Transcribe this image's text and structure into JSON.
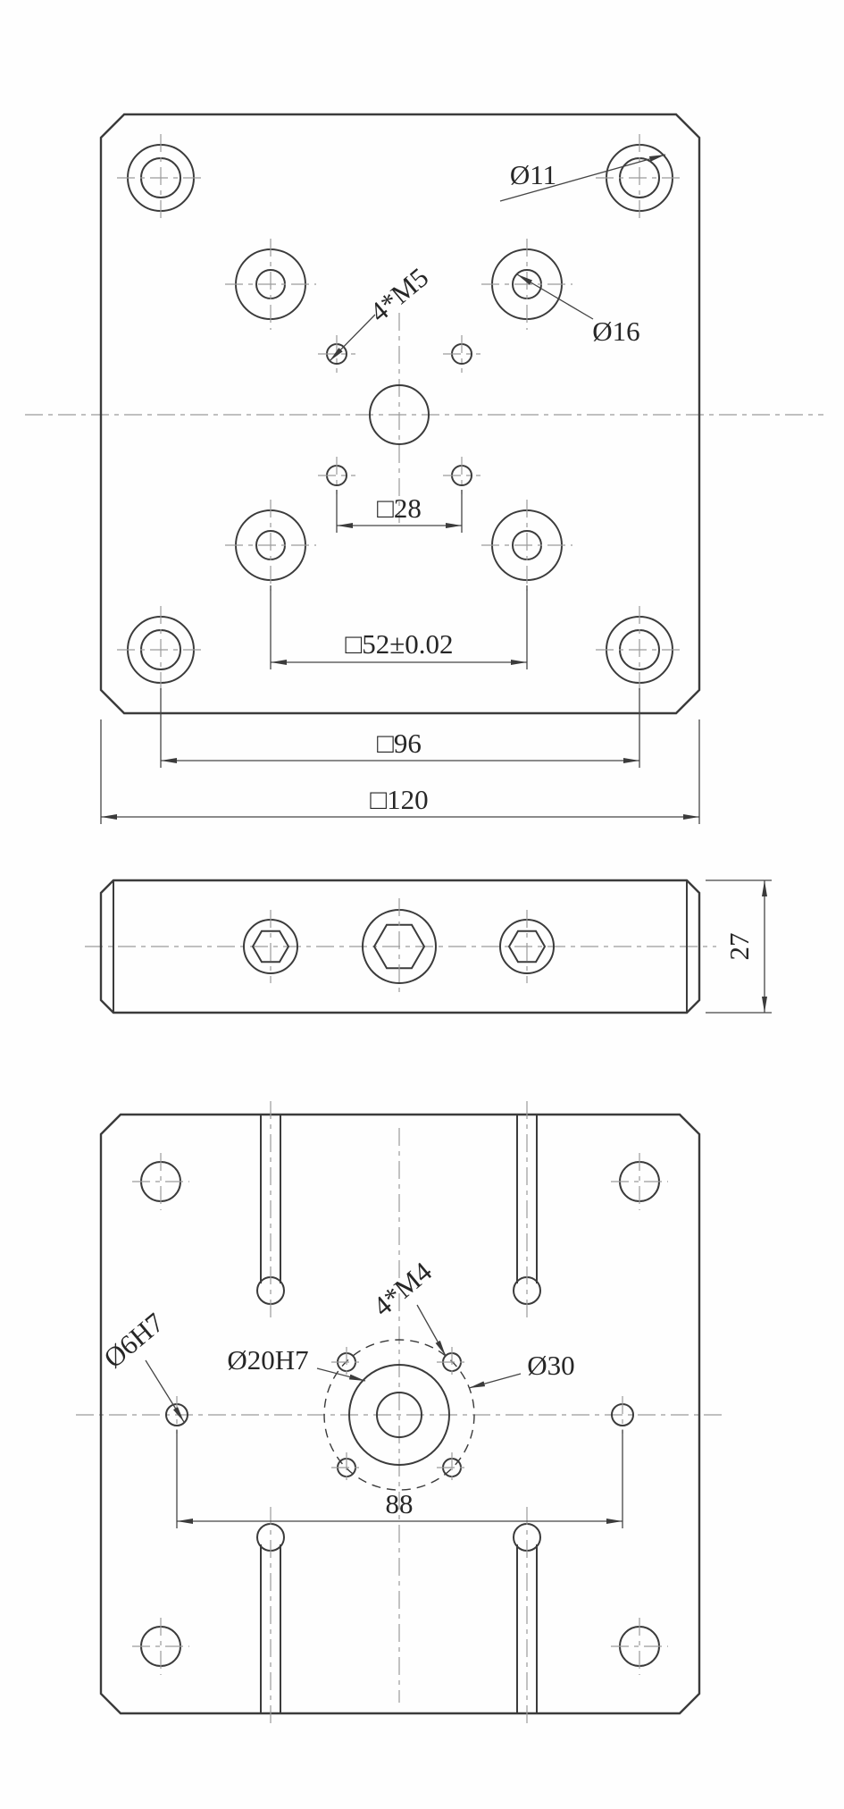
{
  "sheet": {
    "background": "#fefefe",
    "line_color": "#3b3b3b",
    "centerline_color": "#9b9b9b"
  },
  "top_view": {
    "callouts": {
      "corner_hole_dia": "Ø11",
      "thread_holes": "4*M5",
      "counterbore_dia": "Ø16"
    },
    "dimensions": {
      "thread_square": "□28",
      "bore_square": "□52±0.02",
      "corner_hole_square": "□96",
      "plate_square": "□120"
    }
  },
  "side_view": {
    "dimensions": {
      "thickness": "27"
    }
  },
  "bottom_view": {
    "callouts": {
      "dowel_hole": "Ø6H7",
      "center_bore": "Ø20H7",
      "thread_holes": "4*M4",
      "bolt_circle_dia": "Ø30"
    },
    "dimensions": {
      "dowel_spacing": "88"
    }
  }
}
